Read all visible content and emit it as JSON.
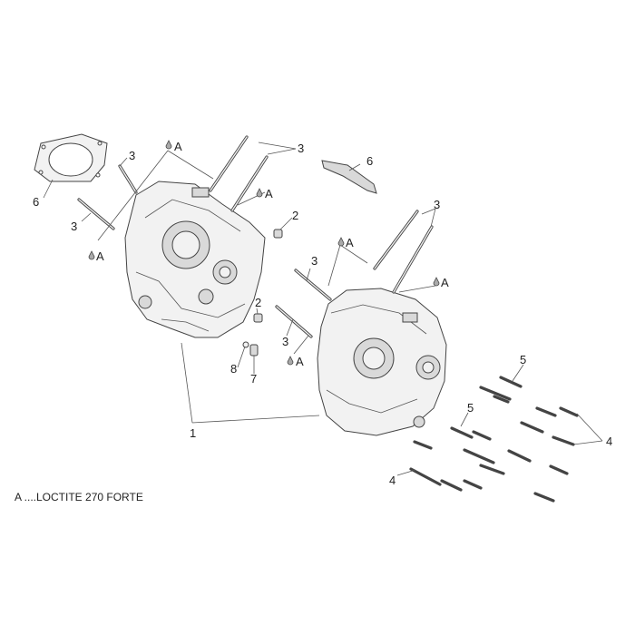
{
  "legend": {
    "text": "A ....LOCTITE 270 FORTE"
  },
  "callouts": {
    "c1": "1",
    "c2a": "2",
    "c2b": "2",
    "c3a": "3",
    "c3b": "3",
    "c3c": "3",
    "c3d": "3",
    "c3e": "3",
    "c3f": "3",
    "c4a": "4",
    "c4b": "4",
    "c5a": "5",
    "c5b": "5",
    "c6a": "6",
    "c6b": "6",
    "c7": "7",
    "c8": "8",
    "aA1": "A",
    "aA2": "A",
    "aA3": "A",
    "aA4": "A",
    "aA5": "A",
    "aA6": "A"
  }
}
